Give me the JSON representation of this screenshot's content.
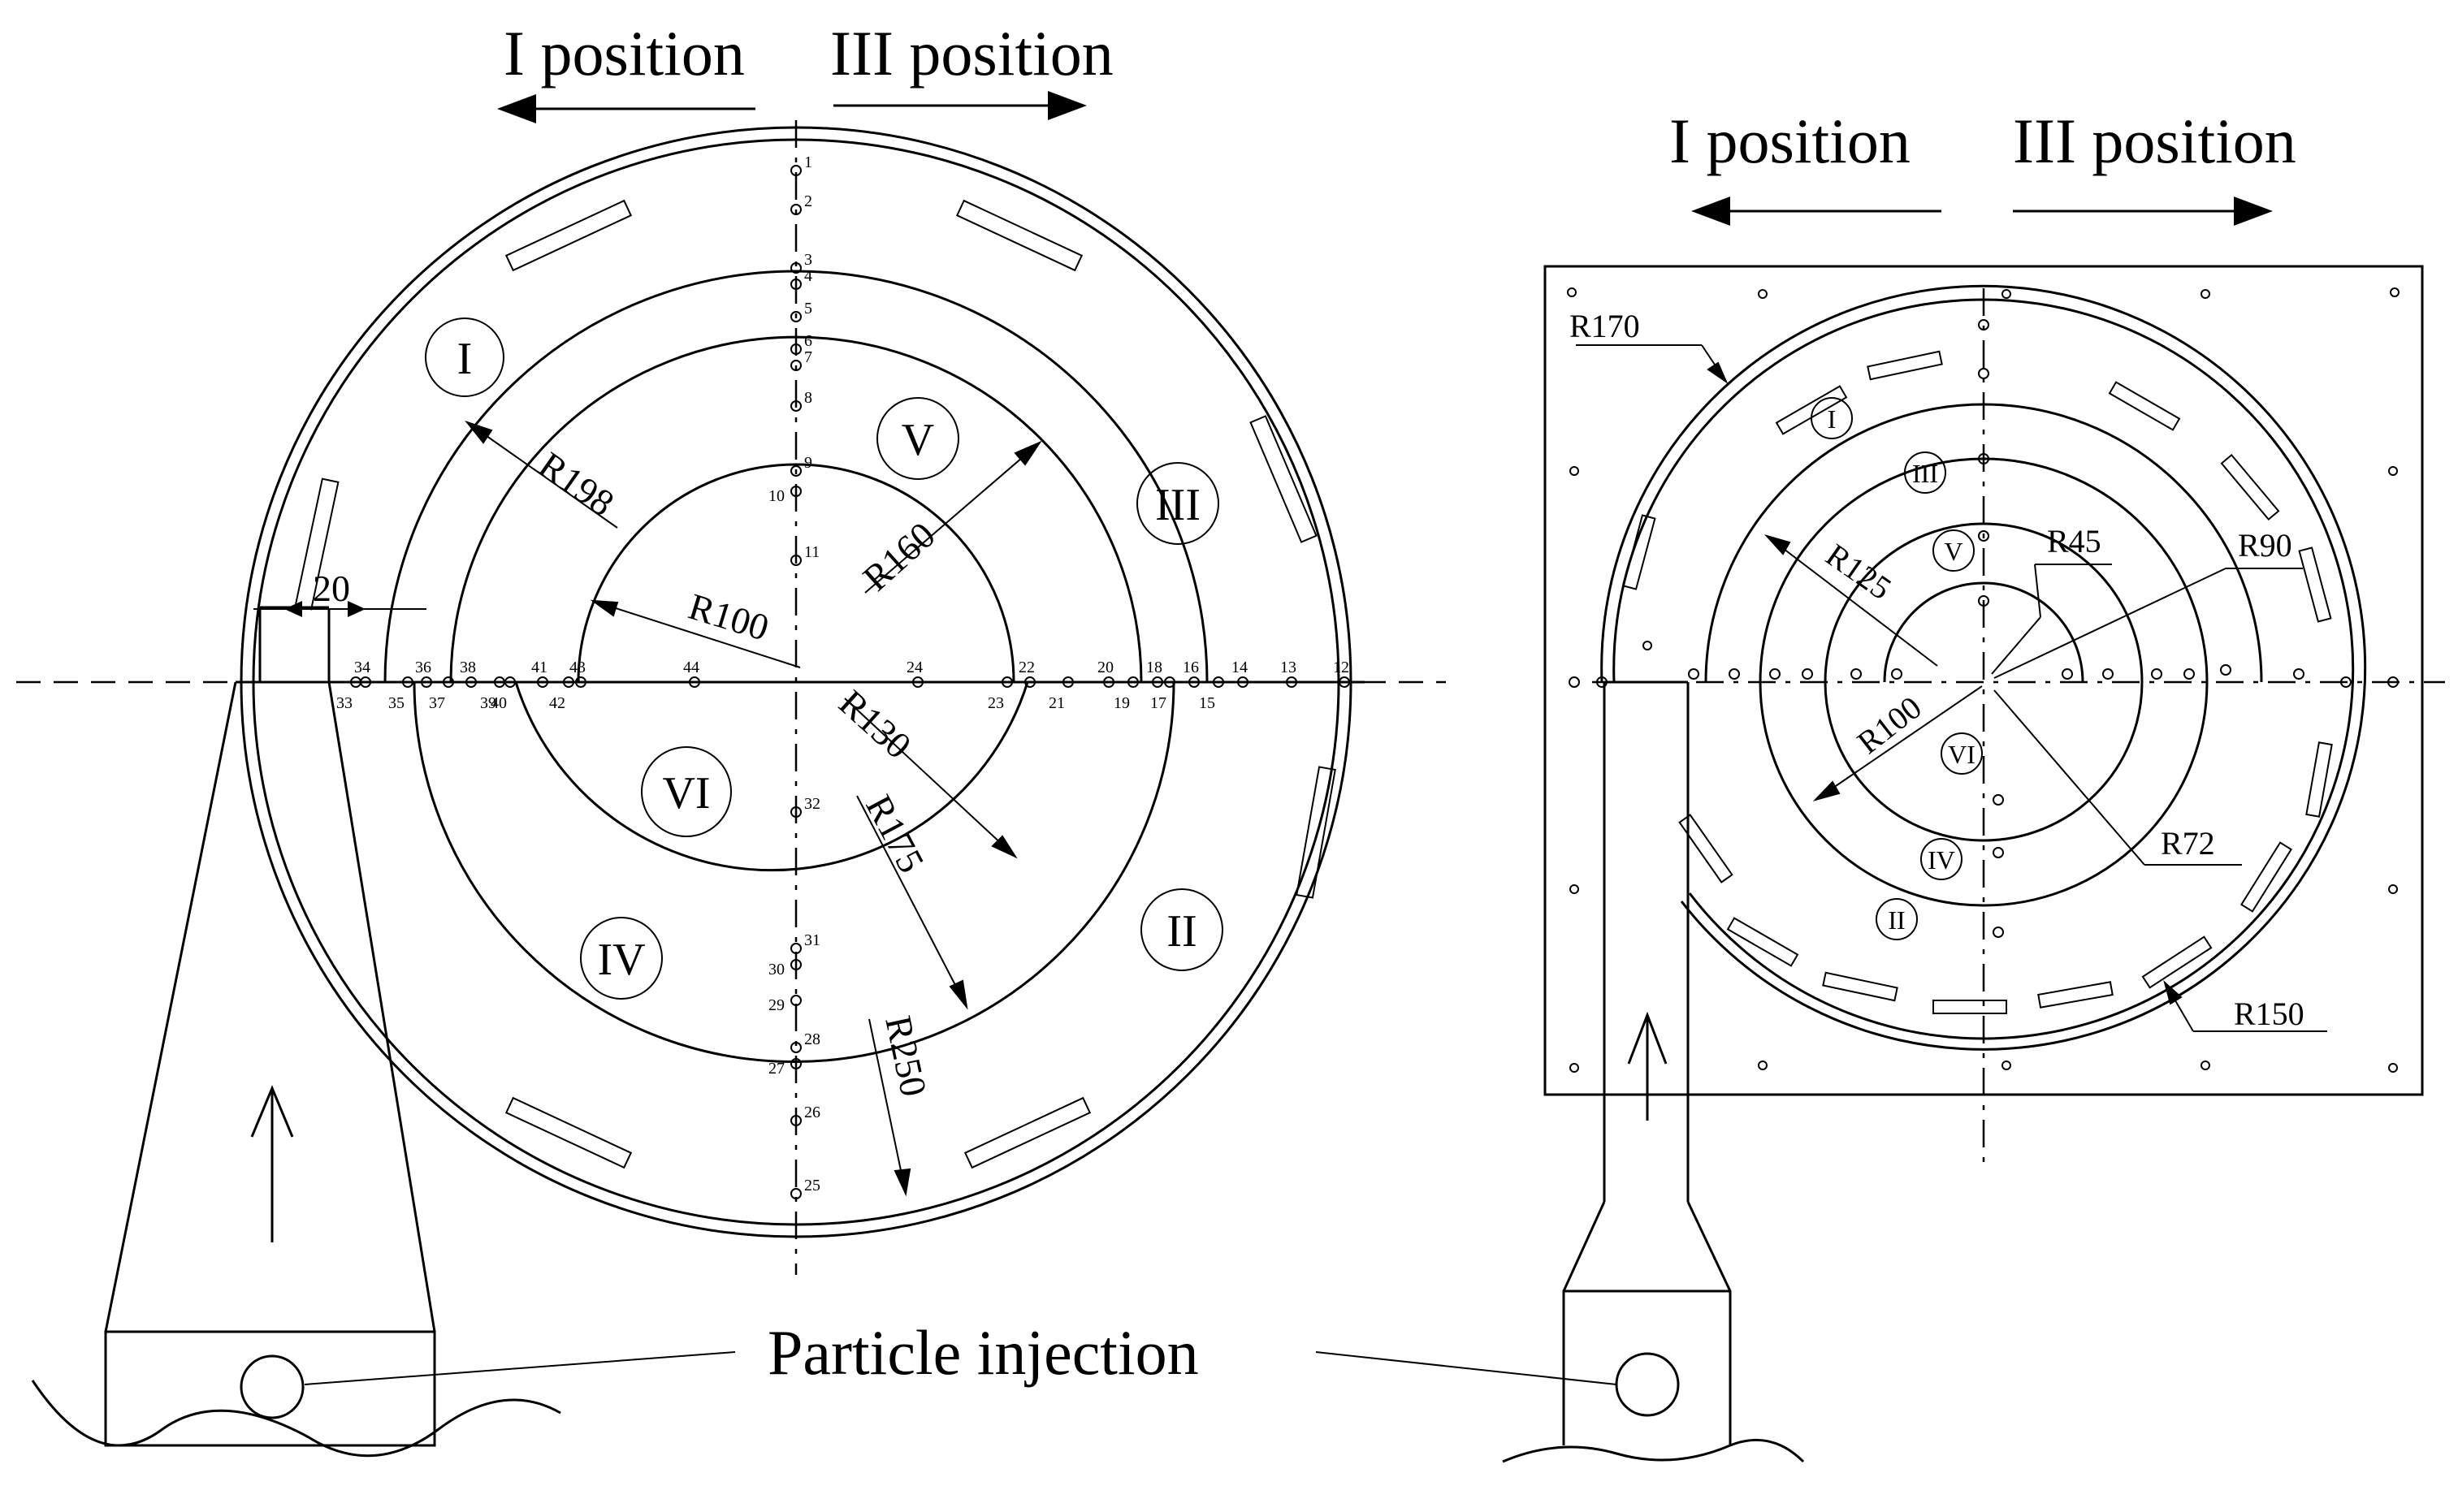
{
  "left_view": {
    "direction_left": "I position",
    "direction_right": "III position",
    "zones": [
      "I",
      "III",
      "V",
      "VI",
      "IV",
      "II"
    ],
    "radii_labels": [
      "R198",
      "R160",
      "R100",
      "R130",
      "R175",
      "R250"
    ],
    "gap_label": "20",
    "point_numbers_vertical": [
      "1",
      "2",
      "3",
      "4",
      "5",
      "6",
      "7",
      "8",
      "9",
      "10",
      "11",
      "32",
      "31",
      "30",
      "29",
      "28",
      "27",
      "26",
      "25"
    ],
    "point_numbers_horizontal": [
      "33",
      "34",
      "35",
      "36",
      "37",
      "38",
      "39",
      "40",
      "41",
      "42",
      "43",
      "44",
      "24",
      "23",
      "22",
      "21",
      "20",
      "19",
      "18",
      "17",
      "16",
      "15",
      "14",
      "13",
      "12"
    ]
  },
  "right_view": {
    "direction_left": "I position",
    "direction_right": "III position",
    "zones": [
      "I",
      "III",
      "V",
      "VI",
      "IV",
      "II"
    ],
    "radii_labels": [
      "R170",
      "R125",
      "R45",
      "R90",
      "R100",
      "R72",
      "R150"
    ]
  },
  "caption": "Particle injection"
}
